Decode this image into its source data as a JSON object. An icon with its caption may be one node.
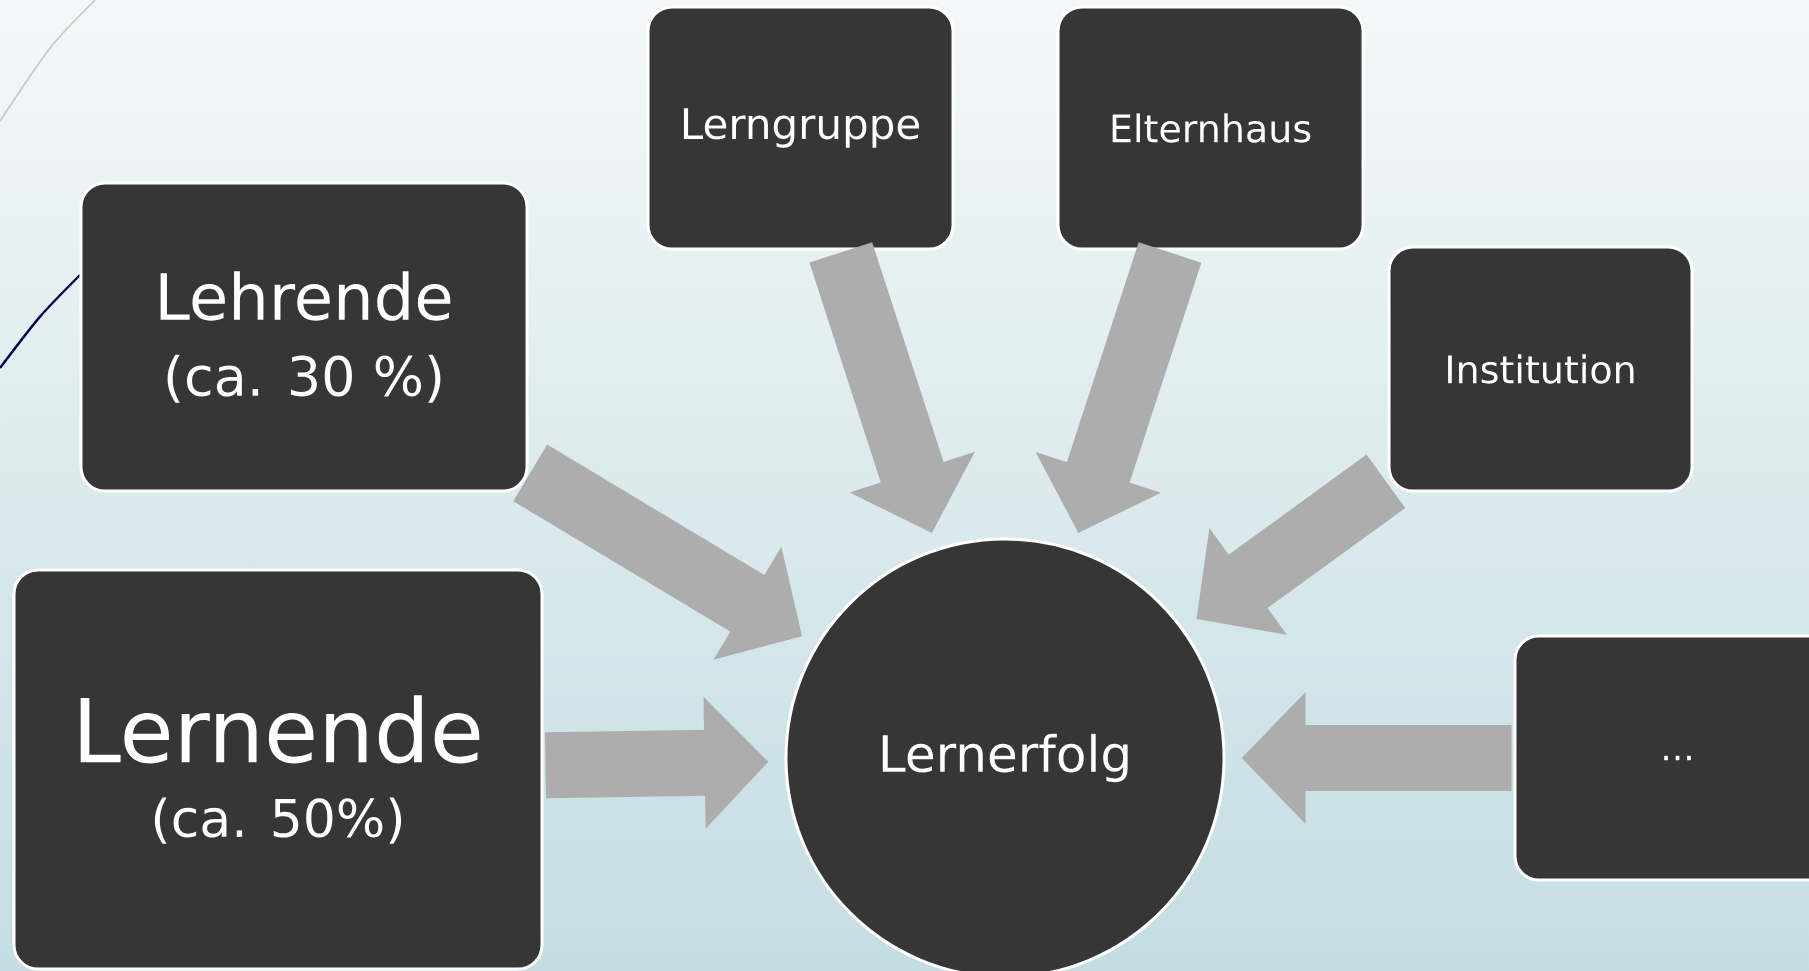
{
  "diagram": {
    "nodes": [
      {
        "text": [
          "Lerngruppe"
        ]
      },
      {
        "text": [
          "Elternhaus"
        ]
      },
      {
        "text": [
          "Lehrende",
          "(ca. 30 %)"
        ]
      },
      {
        "text": [
          "Institution"
        ]
      },
      {
        "text": [
          "Lernende",
          "(ca. 50%)"
        ]
      },
      {
        "text": [
          "Lernerfolg"
        ]
      },
      {
        "text": [
          "..."
        ]
      }
    ],
    "edges": [
      {
        "from": 0,
        "to": 5,
        "arrow": "to"
      },
      {
        "from": 1,
        "to": 5,
        "arrow": "to"
      },
      {
        "from": 2,
        "to": 5,
        "arrow": "to"
      },
      {
        "from": 3,
        "to": 5,
        "arrow": "to"
      },
      {
        "from": 4,
        "to": 5,
        "arrow": "to"
      },
      {
        "from": 6,
        "to": 5,
        "arrow": "to"
      }
    ]
  }
}
